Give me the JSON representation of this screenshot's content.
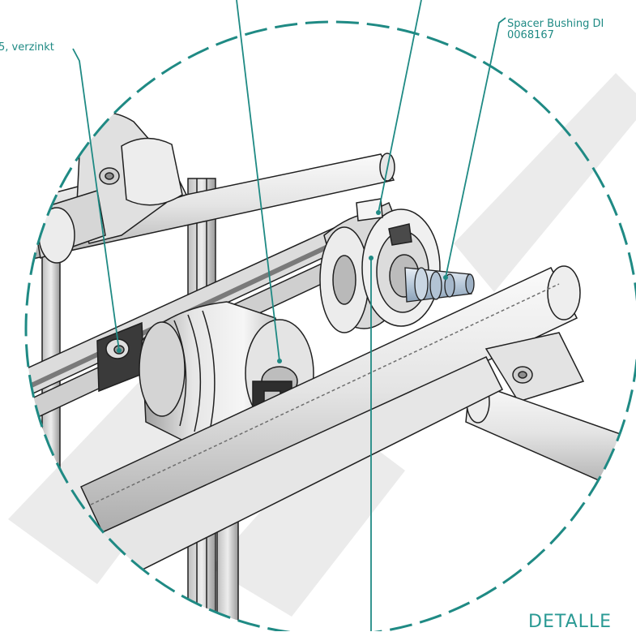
{
  "callouts": {
    "washer": {
      "text": "5, verzinkt"
    },
    "spacer": {
      "line1": "Spacer Bushing DI",
      "line2": "0068167"
    }
  },
  "detail_label": "DETALLE",
  "colors": {
    "leader": "#1f8a84",
    "detail_circle": "#1f8a84",
    "watermark": "#ebebeb",
    "metal_light": "#f2f2f2",
    "metal_mid": "#cfcfcf",
    "metal_dark": "#8d8d8d",
    "outline": "#202020",
    "bushing_blue": "#b9c9d8"
  }
}
